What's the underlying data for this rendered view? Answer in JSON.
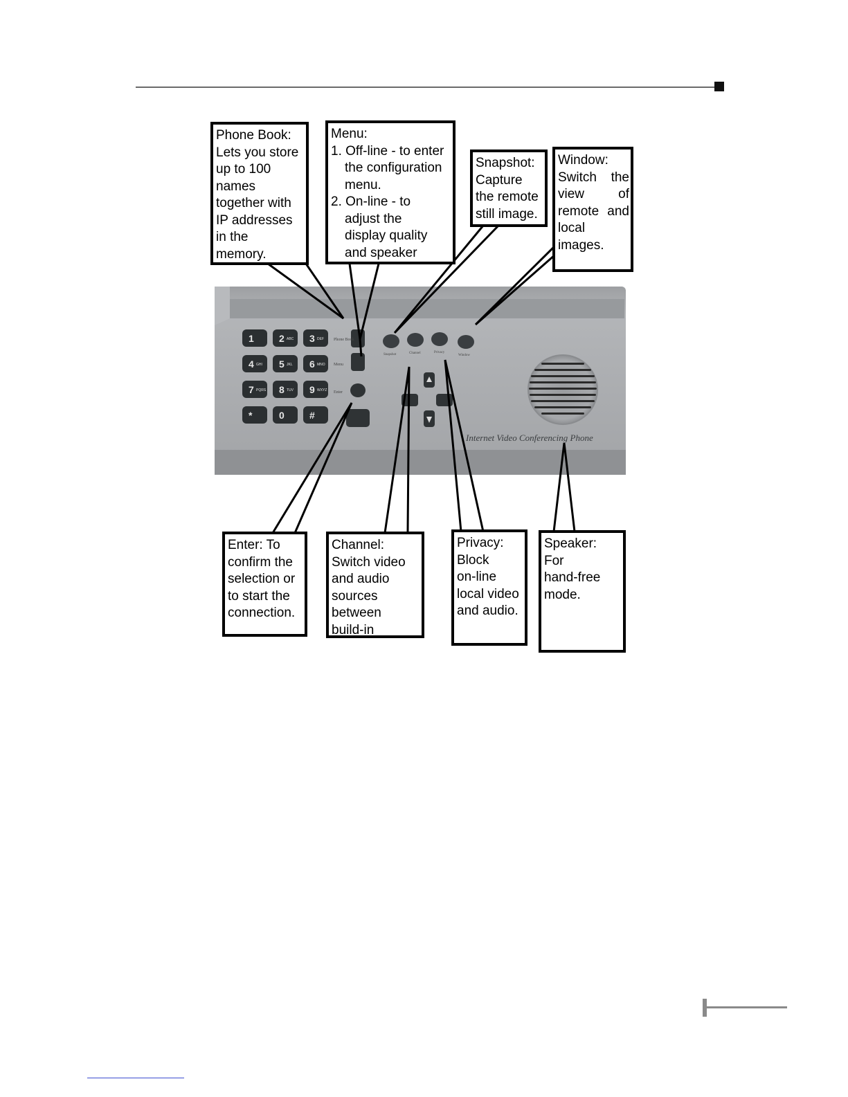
{
  "callouts": {
    "phone_book": [
      "Phone Book:",
      "Lets you store",
      "up to 100",
      "names",
      "together with",
      "IP addresses",
      "in the",
      "memory."
    ],
    "menu": {
      "title": "Menu:",
      "item1_number": "1.",
      "item1_lines": [
        "Off-line - to enter",
        "the configuration",
        "menu."
      ],
      "item2_number": "2.",
      "item2_lines": [
        "On-line - to",
        "adjust the",
        "display quality",
        "and speaker"
      ]
    },
    "snapshot": [
      "Snapshot:",
      "Capture",
      "the remote",
      "still image."
    ],
    "window": [
      "Window:",
      "Switch the",
      "view of",
      "remote and",
      "local",
      "images."
    ],
    "enter": [
      "Enter: To",
      "confirm the",
      "selection or",
      "to start the",
      "connection."
    ],
    "channel": [
      "Channel:",
      "Switch video",
      "and audio",
      "sources",
      "between",
      "build-in"
    ],
    "privacy": [
      "Privacy:",
      "Block",
      "on-line",
      "local video",
      "and audio."
    ],
    "speaker": [
      "Speaker:",
      "For",
      "hand-free",
      "mode."
    ]
  },
  "device": {
    "brand_text": "Internet Video Conferencing Phone",
    "keys": [
      {
        "digit": "1",
        "letters": ""
      },
      {
        "digit": "2",
        "letters": "ABC"
      },
      {
        "digit": "3",
        "letters": "DEF"
      },
      {
        "digit": "4",
        "letters": "GHI"
      },
      {
        "digit": "5",
        "letters": "JKL"
      },
      {
        "digit": "6",
        "letters": "MNO"
      },
      {
        "digit": "7",
        "letters": "PQRS"
      },
      {
        "digit": "8",
        "letters": "TUV"
      },
      {
        "digit": "9",
        "letters": "WXYZ"
      },
      {
        "digit": "*",
        "letters": ""
      },
      {
        "digit": "0",
        "letters": ""
      },
      {
        "digit": "#",
        "letters": ""
      }
    ],
    "side_labels": {
      "phone_book": "Phone Book",
      "menu": "Menu",
      "enter": "Enter"
    },
    "function_labels": {
      "snapshot": "Snapshot",
      "channel": "Channel",
      "privacy": "Privacy",
      "window": "Window"
    }
  },
  "colors": {
    "panel": "#a7a9ab",
    "panel_dark": "#8e9093",
    "key": "#2b2f31",
    "key_text": "#e6e6e6",
    "accent_rule": "#6a6a6a",
    "link_blue": "#3a4bd0"
  }
}
